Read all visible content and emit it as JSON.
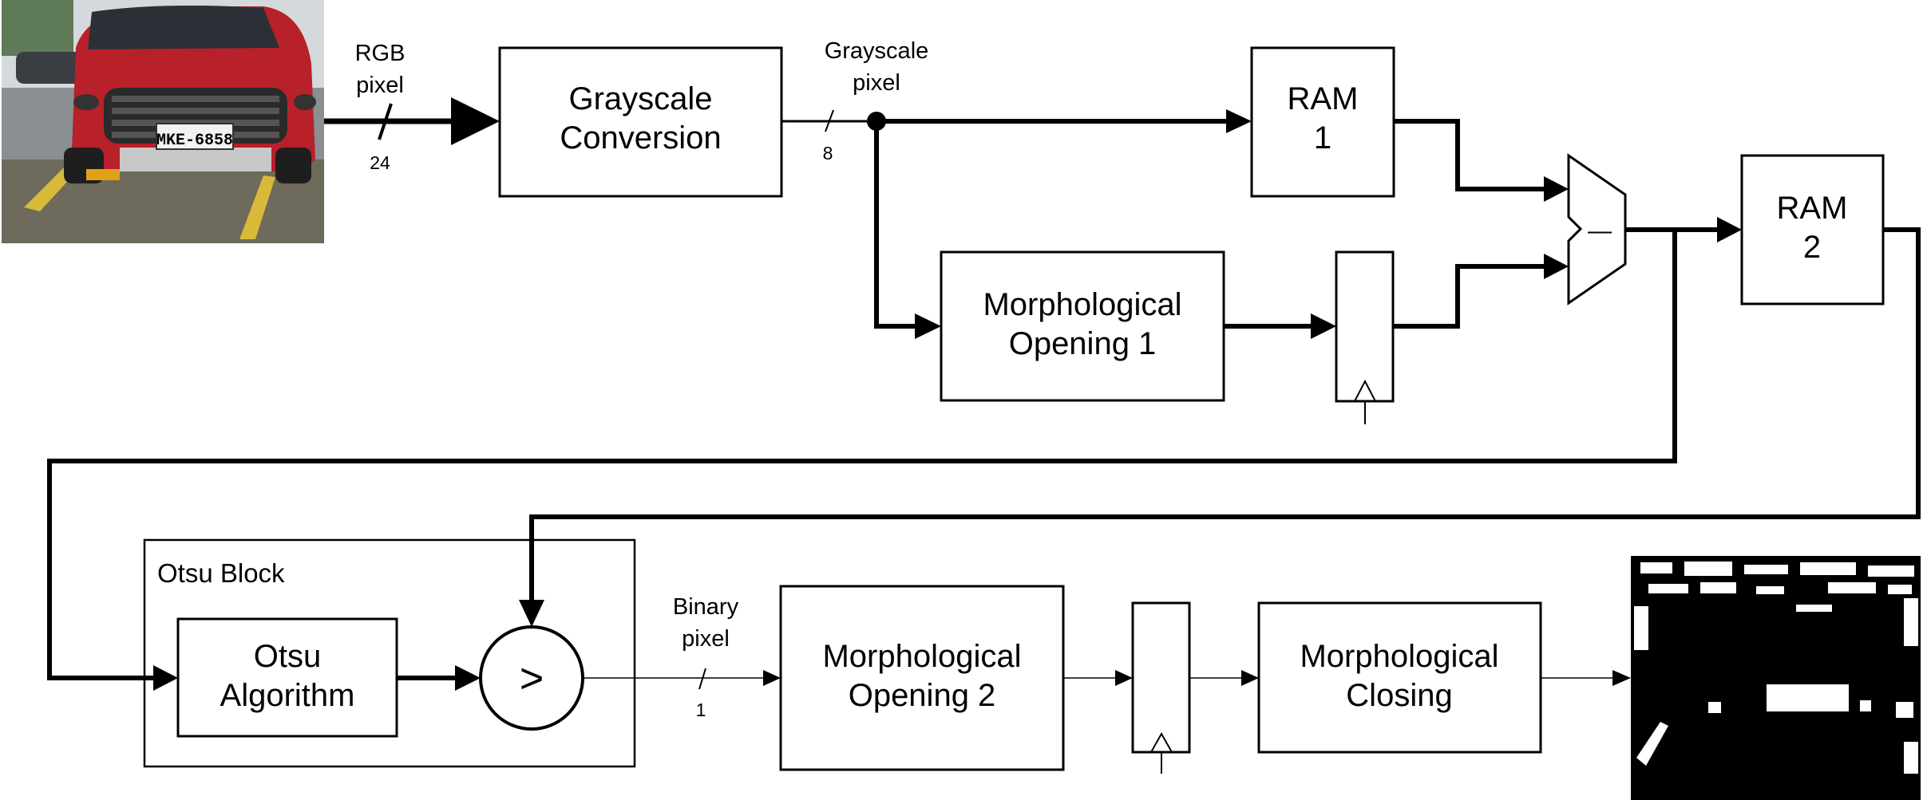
{
  "blocks": {
    "grayscale": [
      "Grayscale",
      "Conversion"
    ],
    "ram1": [
      "RAM",
      "1"
    ],
    "ram2": [
      "RAM",
      "2"
    ],
    "morph_open1": [
      "Morphological",
      "Opening 1"
    ],
    "otsu_block_title": "Otsu Block",
    "otsu_algorithm": [
      "Otsu",
      "Algorithm"
    ],
    "comparator_symbol": ">",
    "subtractor_symbol": "—",
    "morph_open2": [
      "Morphological",
      "Opening 2"
    ],
    "morph_closing": [
      "Morphological",
      "Closing"
    ]
  },
  "signals": {
    "rgb_pixel": [
      "RGB",
      "pixel"
    ],
    "rgb_width": "24",
    "grayscale_pixel": [
      "Grayscale",
      "pixel"
    ],
    "grayscale_width": "8",
    "binary_pixel": [
      "Binary",
      "pixel"
    ],
    "binary_width": "1"
  },
  "images": {
    "input_photo_plate": "MKE-6858"
  },
  "colors": {
    "car_body": "#b8202a",
    "background": "#ffffff",
    "stroke": "#000000"
  }
}
